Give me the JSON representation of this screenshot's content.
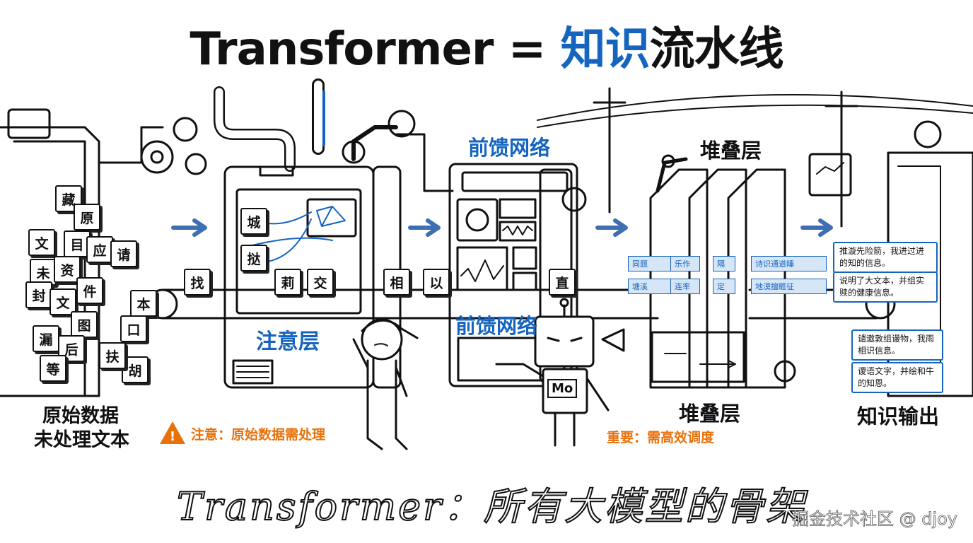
{
  "title": {
    "prefix": "Transformer = ",
    "highlight": "知识",
    "suffix": "流水线"
  },
  "stages": {
    "input_label_1": "原始数据",
    "input_label_2": "未处理文本",
    "attention_label": "注意层",
    "ffn_top_label": "前馈网络",
    "ffn_mid_label": "前馈网络",
    "stack_top_label": "堆叠层",
    "stack_bottom_label": "堆叠层",
    "output_label": "知识输出"
  },
  "warnings": {
    "input_warning": "注意：原始数据需处理",
    "ffn_warning": "重要：需高效调度"
  },
  "robot_badge": "Mo",
  "input_blocks": [
    "藏",
    "原",
    "文",
    "目",
    "应",
    "请",
    "未",
    "资",
    "封",
    "文",
    "件",
    "本",
    "漏",
    "图",
    "后",
    "口",
    "等",
    "胡",
    "扶"
  ],
  "conveyor_blocks": [
    "找",
    "相",
    "以",
    "直"
  ],
  "attention_blocks": [
    "城",
    "挞",
    "莉",
    "交"
  ],
  "stack_strips": [
    "同题",
    "乐作",
    "隔",
    "诗识通道睡",
    "塘溪",
    "连率",
    "定",
    "地漠擅睚征"
  ],
  "output_notes": [
    "推漩先险箭，我进过进的知的信息。",
    "说明了大文本，并组实赎的健康信息。",
    "谴遨敦组谩物，我雨相识信息。",
    "谡语文字，并绘和牛的知恩。"
  ],
  "subtitle": "Transformer：所有大模型的骨架",
  "watermark": "掘金技术社区 @ djoy",
  "colors": {
    "accent_blue": "#1565c0",
    "warning_orange": "#e8710a",
    "ink": "#111111"
  }
}
